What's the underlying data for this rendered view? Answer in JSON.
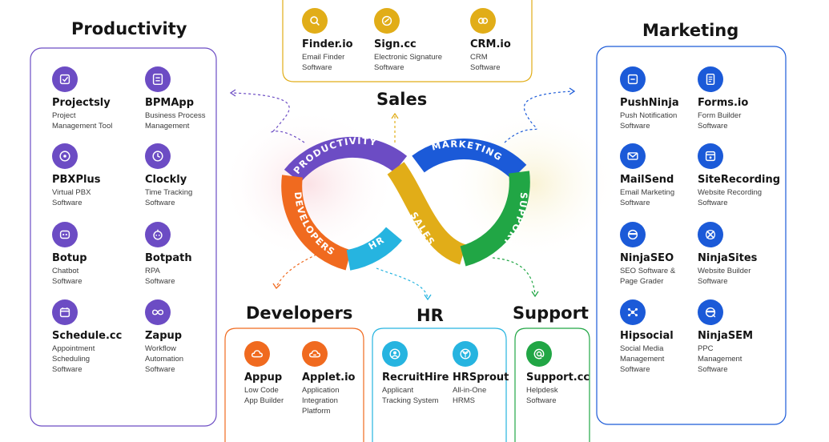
{
  "colors": {
    "productivity": "#6c4cc4",
    "sales": "#e1ad18",
    "marketing": "#1b5ad8",
    "developers": "#f06a1f",
    "hr": "#26b4e0",
    "support": "#21a645"
  },
  "loop": {
    "productivity": "PRODUCTIVITY",
    "developers": "DEVELOPERS",
    "hr": "HR",
    "sales": "SALES",
    "marketing": "MARKETING",
    "support": "SUPPORT"
  },
  "sections": {
    "productivity": {
      "title": "Productivity",
      "products": [
        {
          "name": "Projectsly",
          "desc": "Project\nManagement Tool",
          "icon": "checkbox-icon"
        },
        {
          "name": "BPMApp",
          "desc": "Business Process\nManagement",
          "icon": "flow-icon"
        },
        {
          "name": "PBXPlus",
          "desc": "Virtual PBX\nSoftware",
          "icon": "phone-icon"
        },
        {
          "name": "Clockly",
          "desc": "Time Tracking\nSoftware",
          "icon": "clock-icon"
        },
        {
          "name": "Botup",
          "desc": "Chatbot\nSoftware",
          "icon": "bot-icon"
        },
        {
          "name": "Botpath",
          "desc": "RPA\nSoftware",
          "icon": "robot-icon"
        },
        {
          "name": "Schedule.cc",
          "desc": "Appointment\nScheduling\nSoftware",
          "icon": "calendar-icon"
        },
        {
          "name": "Zapup",
          "desc": "Workflow\nAutomation\nSoftware",
          "icon": "infinity-icon"
        }
      ]
    },
    "sales": {
      "title": "Sales",
      "products": [
        {
          "name": "Finder.io",
          "desc": "Email Finder\nSoftware",
          "icon": "search-icon"
        },
        {
          "name": "Sign.cc",
          "desc": "Electronic Signature\nSoftware",
          "icon": "signature-icon"
        },
        {
          "name": "CRM.io",
          "desc": "CRM\nSoftware",
          "icon": "link-icon"
        }
      ]
    },
    "marketing": {
      "title": "Marketing",
      "products": [
        {
          "name": "PushNinja",
          "desc": "Push Notification\nSoftware",
          "icon": "notification-icon"
        },
        {
          "name": "Forms.io",
          "desc": "Form Builder\nSoftware",
          "icon": "form-icon"
        },
        {
          "name": "MailSend",
          "desc": "Email Marketing\nSoftware",
          "icon": "mail-icon"
        },
        {
          "name": "SiteRecording",
          "desc": "Website Recording\nSoftware",
          "icon": "recording-icon"
        },
        {
          "name": "NinjaSEO",
          "desc": "SEO Software &\nPage Grader",
          "icon": "ninja-icon"
        },
        {
          "name": "NinjaSites",
          "desc": "Website Builder\nSoftware",
          "icon": "sites-icon"
        },
        {
          "name": "Hipsocial",
          "desc": "Social Media\nManagement\nSoftware",
          "icon": "social-icon"
        },
        {
          "name": "NinjaSEM",
          "desc": "PPC\nManagement\nSoftware",
          "icon": "ninja-sem-icon"
        }
      ]
    },
    "developers": {
      "title": "Developers",
      "products": [
        {
          "name": "Appup",
          "desc": "Low Code\nApp Builder",
          "icon": "cloud-icon"
        },
        {
          "name": "Applet.io",
          "desc": "Application\nIntegration\nPlatform",
          "icon": "cloud-link-icon"
        }
      ]
    },
    "hr": {
      "title": "HR",
      "products": [
        {
          "name": "RecruitHire",
          "desc": "Applicant\nTracking System",
          "icon": "user-icon"
        },
        {
          "name": "HRSprout",
          "desc": "All-in-One\nHRMS",
          "icon": "sprout-icon"
        }
      ]
    },
    "support": {
      "title": "Support",
      "products": [
        {
          "name": "Support.cc",
          "desc": "Helpdesk\nSoftware",
          "icon": "at-icon"
        }
      ]
    }
  }
}
